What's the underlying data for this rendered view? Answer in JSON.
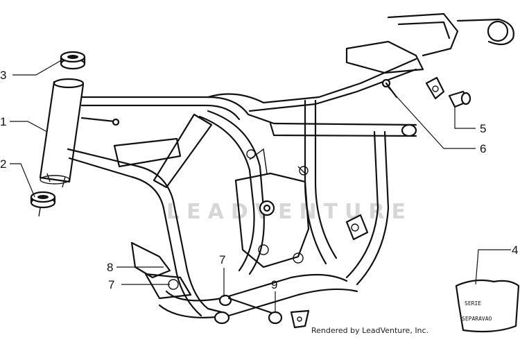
{
  "callouts": [
    {
      "id": "c1",
      "label": "1"
    },
    {
      "id": "c2",
      "label": "2"
    },
    {
      "id": "c3",
      "label": "3"
    },
    {
      "id": "c4",
      "label": "4"
    },
    {
      "id": "c5",
      "label": "5"
    },
    {
      "id": "c6",
      "label": "6"
    },
    {
      "id": "c7a",
      "label": "7"
    },
    {
      "id": "c7b",
      "label": "7"
    },
    {
      "id": "c8",
      "label": "8"
    },
    {
      "id": "c9",
      "label": "9"
    }
  ],
  "watermark": "LEADVENTURE",
  "credit": "Rendered by LeadVenture, Inc.",
  "bag_label": {
    "line1": "SERIE",
    "line2": "SEPARAVAO"
  }
}
